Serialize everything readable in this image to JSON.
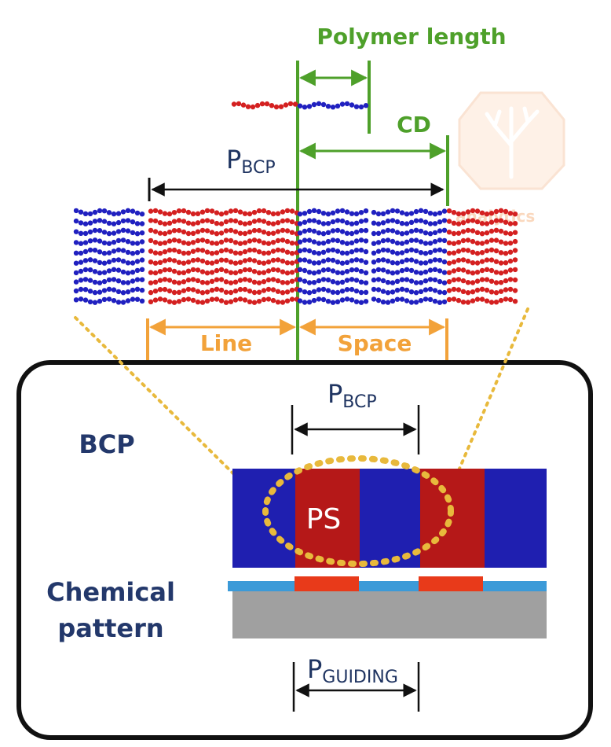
{
  "labels": {
    "polymer_length": "Polymer length",
    "cd": "CD",
    "p_bcp_top_main": "P",
    "p_bcp_top_sub": "BCP",
    "line": "Line",
    "space": "Space",
    "p_bcp_box_main": "P",
    "p_bcp_box_sub": "BCP",
    "bcp": "BCP",
    "ps": "PS",
    "chemical_line1": "Chemical",
    "chemical_line2": "pattern",
    "p_guiding_main": "P",
    "p_guiding_sub": "GUIDING",
    "watermark": "analytics"
  },
  "colors": {
    "blue_block": "#1f1fb0",
    "red_block": "#b51818",
    "bead_blue": "#2020c0",
    "bead_red": "#d42020",
    "green": "#4ea02a",
    "orange": "#f2a23a",
    "navy_text": "#23386b",
    "light_blue_layer": "#3b9ad8",
    "red_pattern": "#e83a1a",
    "gray_substrate": "#a0a0a0"
  },
  "icons": [
    "watermark-tree-icon"
  ]
}
